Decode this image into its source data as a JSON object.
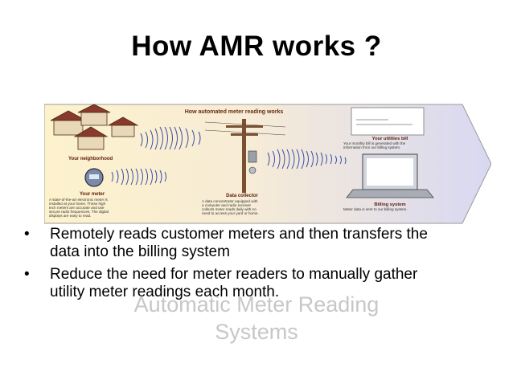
{
  "slide": {
    "title": "How AMR works ?"
  },
  "diagram": {
    "header": "How automated meter reading works",
    "neighborhood_label": "Your neighborhood",
    "meter": {
      "title": "Your meter",
      "lines": [
        "A state-of-the-art electronic meter is",
        "installed at your home. These high",
        "tech meters are accurate and use",
        "secure radio frequencies. The digital",
        "displays are easy to read."
      ]
    },
    "collector": {
      "title": "Data collector",
      "lines": [
        "A data concentrator equipped with",
        "a computer and radio receiver",
        "collects meter reads daily with no",
        "need to access your yard or home."
      ]
    },
    "bill": {
      "title": "Your utilities bill",
      "lines": [
        "Your monthly bill is generated with the",
        "information from our billing system."
      ]
    },
    "billing": {
      "title": "Billing system",
      "lines": [
        "Meter data is sent to our billing system."
      ]
    }
  },
  "bullets": [
    {
      "marker": "•",
      "text_line1": "Remotely reads customer meters and then transfers the",
      "text_line2": "data into the billing system"
    },
    {
      "marker": "•",
      "text_line1": "Reduce the need for meter readers to manually gather",
      "text_line2": "utility meter readings each month."
    }
  ],
  "watermark": {
    "line1": "Automatic Meter Reading",
    "line2": "Systems"
  },
  "colors": {
    "band_start": "#fbeec0",
    "band_end": "#dcdcf4",
    "wave": "#3b4fa8",
    "roof": "#8a3a2a"
  }
}
